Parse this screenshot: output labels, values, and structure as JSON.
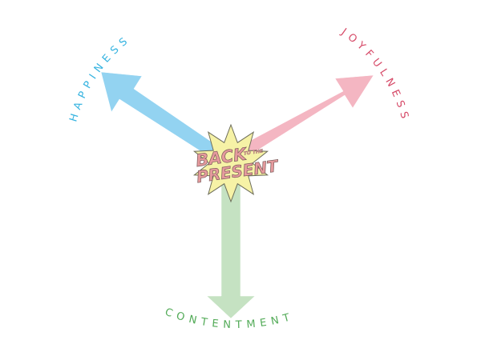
{
  "diagram": {
    "labels": {
      "happiness": "HAPPINESS",
      "joyfulness": "JOYFULNESS",
      "contentment": "CONTENTMENT"
    },
    "logo": {
      "line1": "BACK",
      "small": "TO THE",
      "line2": "PRESENT"
    }
  },
  "colors": {
    "happiness": "#35b3e0",
    "happiness_arrow": "#93d3f1",
    "joyfulness": "#d64a68",
    "joyfulness_arrow": "#f4b6c2",
    "contentment": "#53ab58",
    "contentment_arrow": "#c5e2c2",
    "starburst": "#f6f2a6",
    "logo_text": "#e59a9d"
  }
}
